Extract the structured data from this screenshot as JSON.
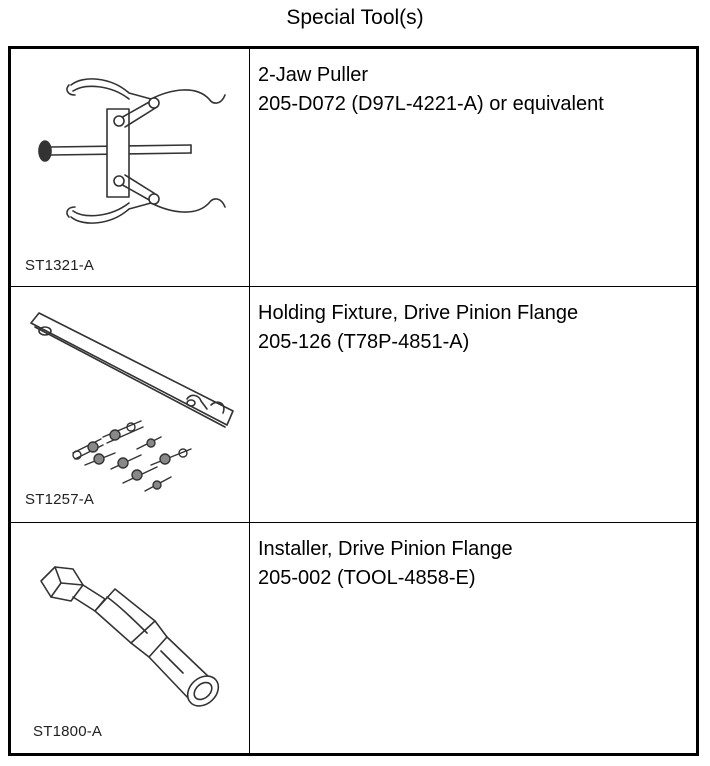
{
  "title": "Special Tool(s)",
  "tools": [
    {
      "ref": "ST1321-A",
      "name": "2-Jaw Puller",
      "part": "205-D072 (D97L-4221-A) or equivalent",
      "icon": "two-jaw-puller-illustration"
    },
    {
      "ref": "ST1257-A",
      "name": "Holding Fixture, Drive Pinion Flange",
      "part": "205-126 (T78P-4851-A)",
      "icon": "holding-fixture-illustration"
    },
    {
      "ref": "ST1800-A",
      "name": "Installer, Drive Pinion Flange",
      "part": "205-002 (TOOL-4858-E)",
      "icon": "installer-illustration"
    }
  ]
}
